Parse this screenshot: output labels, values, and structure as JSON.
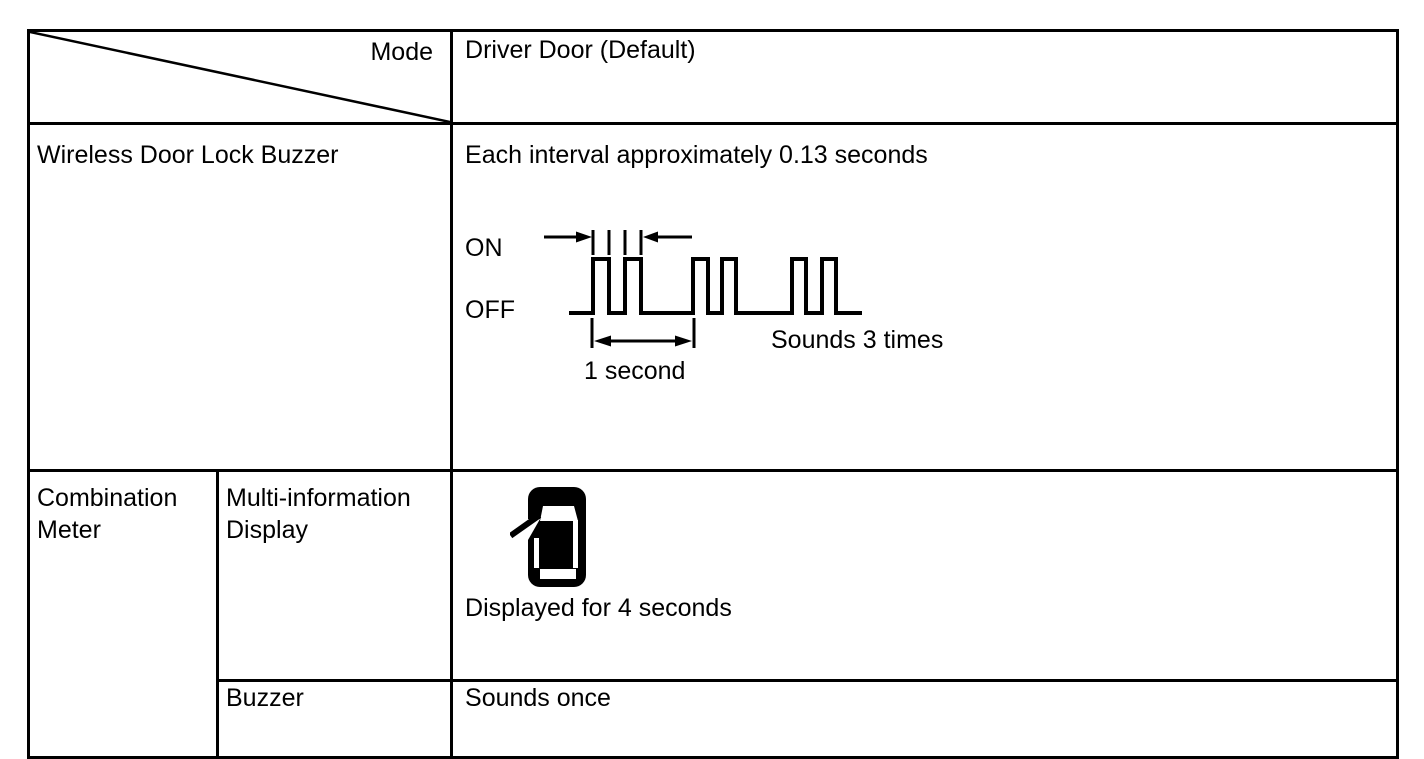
{
  "header": {
    "mode_label": "Mode",
    "mode_value": "Driver Door (Default)"
  },
  "wireless_buzzer_row": {
    "label": "Wireless Door Lock Buzzer",
    "description": "Each interval approximately 0.13 seconds",
    "waveform": {
      "type": "timing-diagram",
      "on_label": "ON",
      "off_label": "OFF",
      "period_label": "1 second",
      "sounds_label": "Sounds 3 times",
      "interval_seconds": 0.13,
      "period_seconds": 1,
      "sound_count": 3,
      "pulses_per_sound": 2
    }
  },
  "combination_meter": {
    "label": "Combination Meter",
    "rows": [
      {
        "label": "Multi-information Display",
        "icon": "car-top-view-driver-door-open-icon",
        "value": "Displayed for 4 seconds"
      },
      {
        "label": "Buzzer",
        "value": "Sounds once"
      }
    ]
  },
  "colors": {
    "border": "#000000",
    "text": "#000000",
    "background": "#ffffff"
  }
}
